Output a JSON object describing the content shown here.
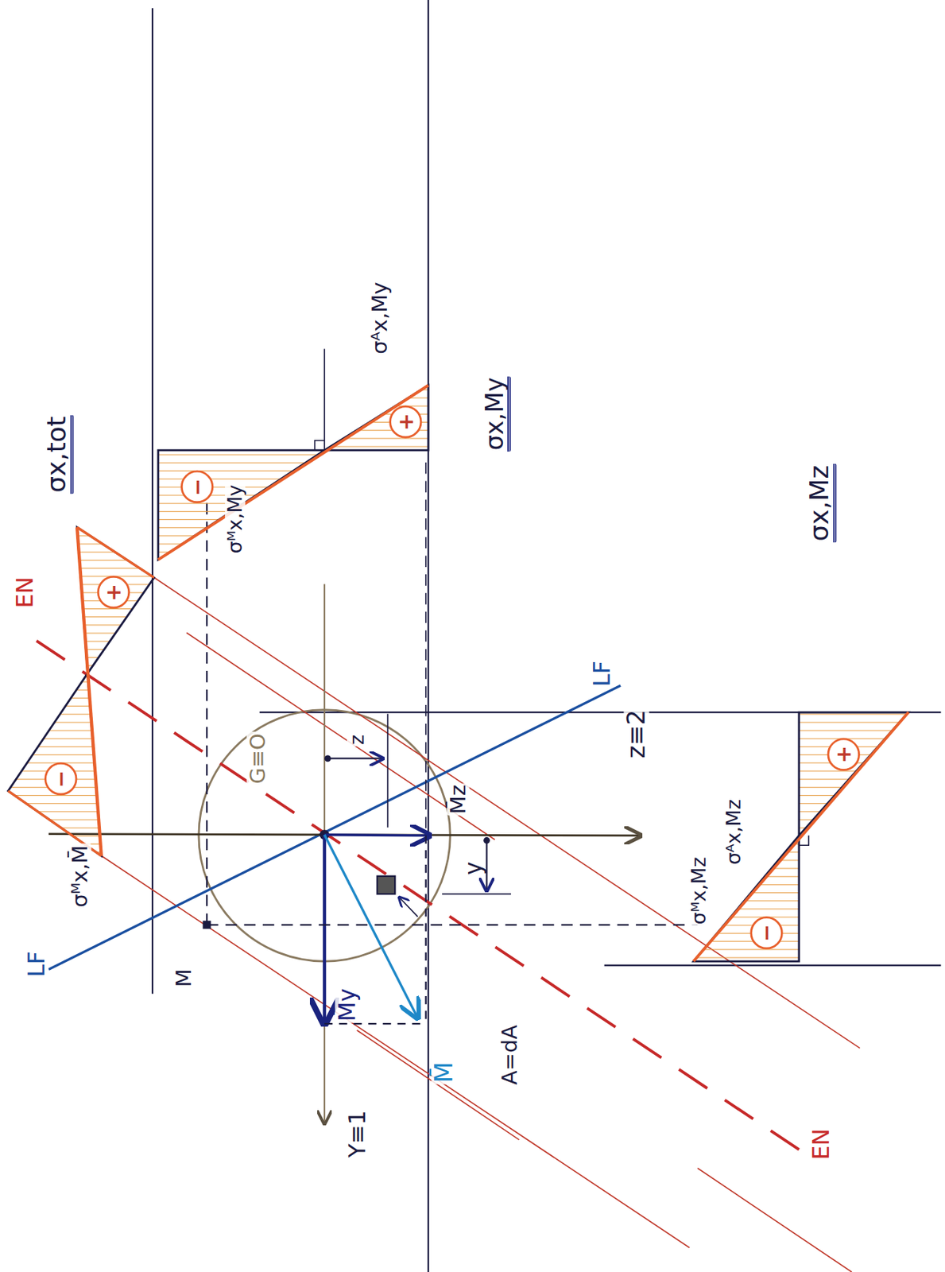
{
  "diagram": {
    "labels": [
      "σx,tot",
      "EN",
      "σᴹx,M̄",
      "−",
      "+",
      "LF",
      "M",
      "σᴹx,My",
      "−",
      "+",
      "σᴬx,My",
      "σx,My",
      "G≡O",
      "z",
      "M̄z",
      "z≡2",
      "y",
      "LF",
      "M̄y",
      "Y≡1",
      "M̄",
      "A=dA",
      "σᴹx,Mz",
      "σᴬx,Mz",
      "−",
      "+",
      "σx,Mz",
      "EN"
    ]
  }
}
